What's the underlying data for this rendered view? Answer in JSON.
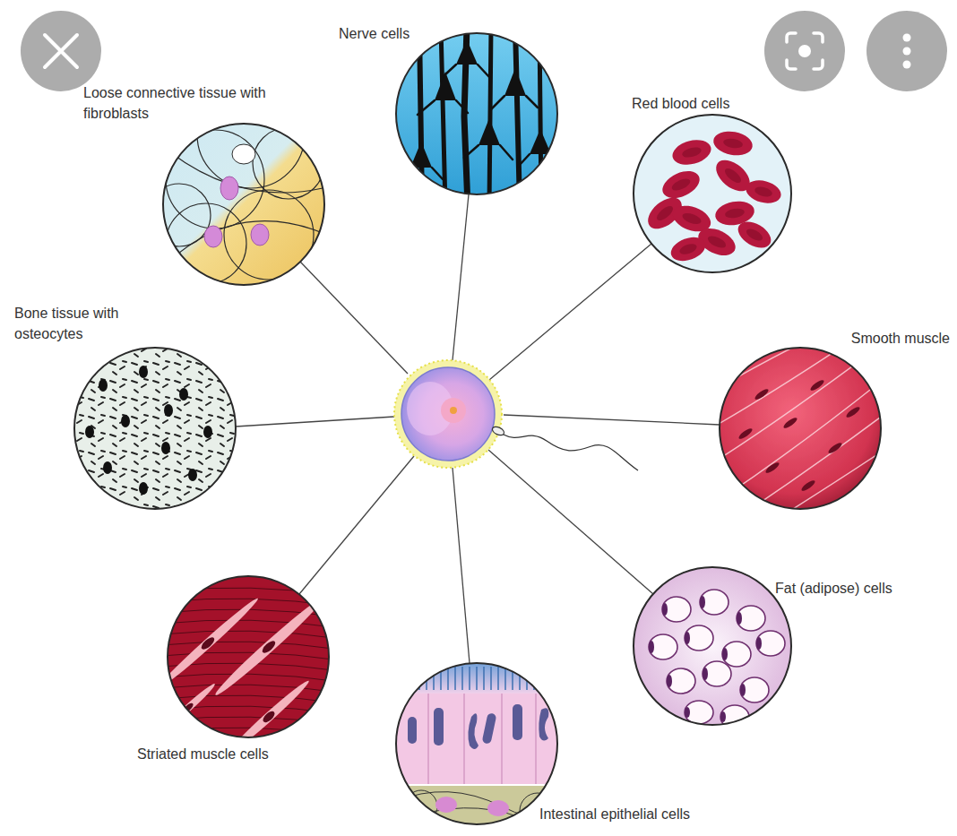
{
  "diagram": {
    "nodes": [
      {
        "text": [
          "Nerve cells"
        ]
      },
      {
        "text": [
          "Loose connective tissue with fibroblasts"
        ]
      },
      {
        "text": [
          "Red blood cells"
        ]
      },
      {
        "text": [
          "Bone tissue with osteocytes"
        ]
      },
      {
        "text": [
          "Smooth muscle"
        ]
      },
      {
        "text": [
          "Fat (adipose) cells"
        ]
      },
      {
        "text": [
          "Striated muscle cells"
        ]
      },
      {
        "text": [
          "Intestinal epithelial cells"
        ]
      }
    ]
  }
}
